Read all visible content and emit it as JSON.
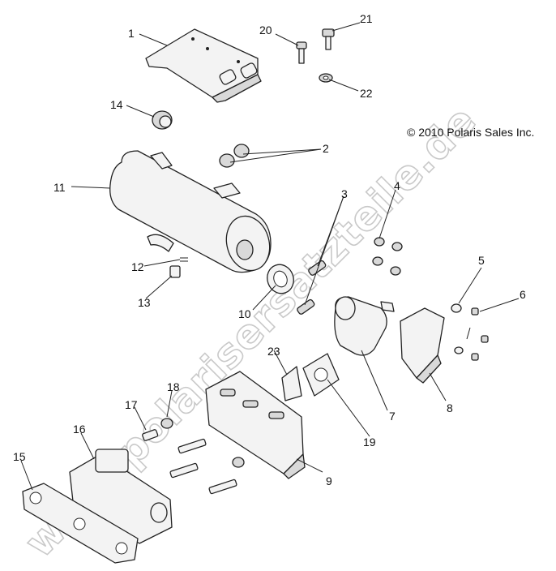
{
  "diagram": {
    "copyright": "© 2010 Polaris Sales Inc.",
    "watermark": "www.polarisersatzteile.de",
    "callouts": [
      {
        "id": "c1",
        "label": "1"
      },
      {
        "id": "c2",
        "label": "2"
      },
      {
        "id": "c3",
        "label": "3"
      },
      {
        "id": "c4",
        "label": "4"
      },
      {
        "id": "c5",
        "label": "5"
      },
      {
        "id": "c6",
        "label": "6"
      },
      {
        "id": "c7",
        "label": "7"
      },
      {
        "id": "c8",
        "label": "8"
      },
      {
        "id": "c9",
        "label": "9"
      },
      {
        "id": "c10",
        "label": "10"
      },
      {
        "id": "c11",
        "label": "11"
      },
      {
        "id": "c12",
        "label": "12"
      },
      {
        "id": "c13",
        "label": "13"
      },
      {
        "id": "c14",
        "label": "14"
      },
      {
        "id": "c15",
        "label": "15"
      },
      {
        "id": "c16",
        "label": "16"
      },
      {
        "id": "c17",
        "label": "17"
      },
      {
        "id": "c18",
        "label": "18"
      },
      {
        "id": "c19",
        "label": "19"
      },
      {
        "id": "c20",
        "label": "20"
      },
      {
        "id": "c21",
        "label": "21"
      },
      {
        "id": "c22",
        "label": "22"
      },
      {
        "id": "c23",
        "label": "23"
      }
    ]
  }
}
